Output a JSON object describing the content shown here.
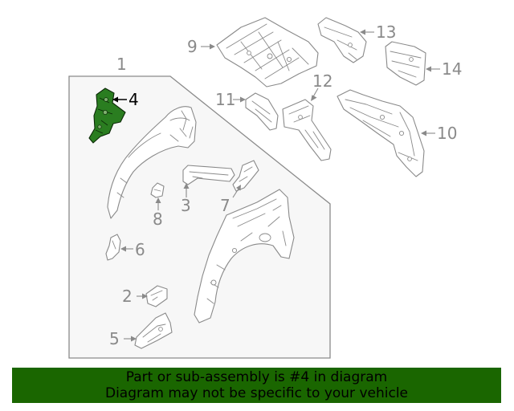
{
  "callouts": {
    "c1": "1",
    "c2": "2",
    "c3": "3",
    "c4": "4",
    "c5": "5",
    "c6": "6",
    "c7": "7",
    "c8": "8",
    "c9": "9",
    "c10": "10",
    "c11": "11",
    "c12": "12",
    "c13": "13",
    "c14": "14"
  },
  "highlighted_part": "4",
  "colors": {
    "highlight": "#2a7d20",
    "banner": "#1a6600",
    "line": "#8a8a8a",
    "panel": "#f7f7f7"
  },
  "banner": {
    "line1": "Part or sub-assembly is #4 in diagram",
    "line2": "Diagram may not be specific to your vehicle"
  }
}
